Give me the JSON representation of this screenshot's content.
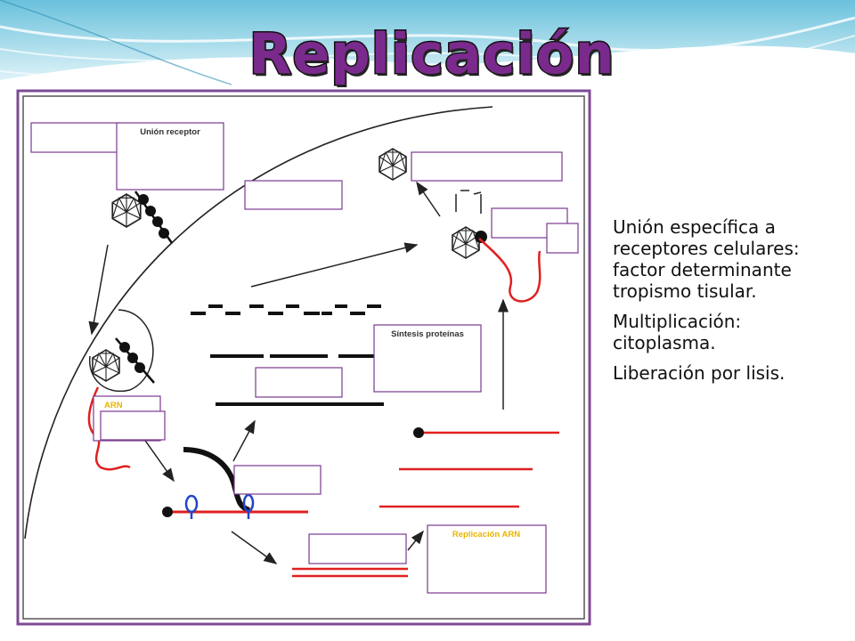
{
  "slide": {
    "title": "Replicación",
    "bullets": [
      "Unión específica a receptores celulares: factor determinante tropismo tisular.",
      "Multiplicación: citoplasma.",
      "Liberación por lisis."
    ]
  },
  "diagram": {
    "labels": {
      "union_receptor": "Unión receptor",
      "sintesis_proteinas": "Síntesis proteínas",
      "arn": "ARN",
      "replicacion_arn": "Replicación ARN"
    },
    "colors": {
      "frame_outer": "#7d4a96",
      "frame_inner": "#555555",
      "box_border": "#7a3a8f",
      "rna_red": "#e02020",
      "blue_loop": "#2244cc",
      "label_yellow": "#e8b400",
      "arrow": "#222222"
    },
    "icons": [
      "virus-icon",
      "receptor-icon",
      "rna-strand-icon",
      "arrow-icon"
    ]
  }
}
